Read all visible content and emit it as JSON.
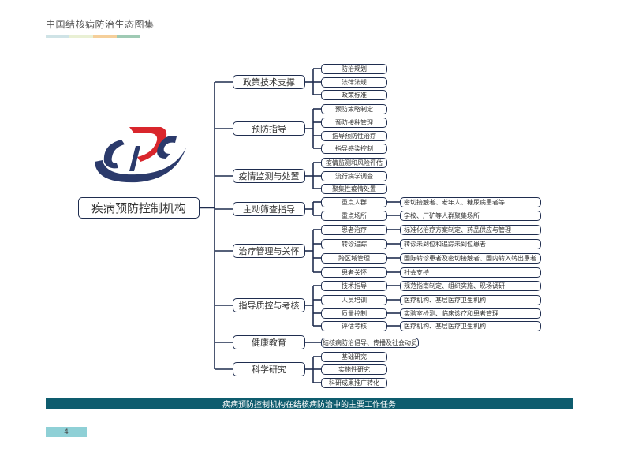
{
  "header": {
    "title": "中国结核病防治生态图集",
    "strip_colors": [
      "#cfe3e6",
      "#e9f0d4",
      "#f5cf9a",
      "#9fcab4"
    ]
  },
  "logo": {
    "name": "CDC",
    "red": "#d9262c",
    "navy": "#2b3a6b"
  },
  "colors": {
    "line": "#1f2d4f",
    "caption_bg": "#0e5c6e",
    "page_bg": "#8fd0d6"
  },
  "tree": {
    "root": "疾病预防控制机构",
    "branches": [
      {
        "label": "政策技术支撑",
        "children": [
          {
            "label": "防治规划"
          },
          {
            "label": "法律法规"
          },
          {
            "label": "政策标准"
          }
        ]
      },
      {
        "label": "预防指导",
        "children": [
          {
            "label": "预防策略制定"
          },
          {
            "label": "预防接种管理"
          },
          {
            "label": "指导预防性治疗"
          },
          {
            "label": "指导感染控制"
          }
        ]
      },
      {
        "label": "疫情监测与处置",
        "children": [
          {
            "label": "疫情监测和风险评估"
          },
          {
            "label": "流行病学调查"
          },
          {
            "label": "聚集性疫情处置"
          }
        ]
      },
      {
        "label": "主动筛查指导",
        "children": [
          {
            "label": "重点人群",
            "detail": "密切接触者、老年人、糖尿病患者等"
          },
          {
            "label": "重点场所",
            "detail": "学校、厂矿等人群聚集场所"
          }
        ]
      },
      {
        "label": "治疗管理与关怀",
        "children": [
          {
            "label": "患者治疗",
            "detail": "标准化治疗方案制定、药品供应与管理"
          },
          {
            "label": "转诊追踪",
            "detail": "转诊未到位和追踪未到位患者"
          },
          {
            "label": "跨区域管理",
            "detail": "国际转诊患者及密切接触者、国内转入转出患者"
          },
          {
            "label": "患者关怀",
            "detail": "社会支持"
          }
        ]
      },
      {
        "label": "指导质控与考核",
        "children": [
          {
            "label": "技术指导",
            "detail": "规范指南制定、组织实施、现场调研"
          },
          {
            "label": "人员培训",
            "detail": "医疗机构、基层医疗卫生机构"
          },
          {
            "label": "质量控制",
            "detail": "实验室检测、临床诊疗和患者管理"
          },
          {
            "label": "评估考核",
            "detail": "医疗机构、基层医疗卫生机构"
          }
        ]
      },
      {
        "label": "健康教育",
        "children": [
          {
            "label": "结核病防治倡导、传播及社会动员",
            "wide": true
          }
        ]
      },
      {
        "label": "科学研究",
        "children": [
          {
            "label": "基础研究"
          },
          {
            "label": "实施性研究"
          },
          {
            "label": "科研成果推广转化"
          }
        ]
      }
    ]
  },
  "caption": "疾病预防控制机构在结核病防治中的主要工作任务",
  "page_number": "4"
}
